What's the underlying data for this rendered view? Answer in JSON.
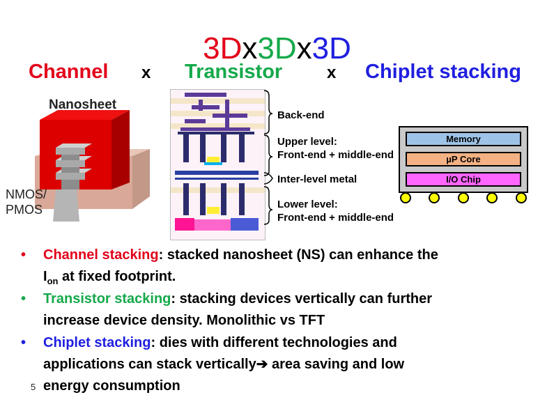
{
  "title": {
    "parts": [
      {
        "text": "3D",
        "color": "#e2001a"
      },
      {
        "text": "x",
        "color": "#000000"
      },
      {
        "text": "3D",
        "color": "#15a94a"
      },
      {
        "text": "x",
        "color": "#000000"
      },
      {
        "text": "3D",
        "color": "#1f1fe0"
      }
    ]
  },
  "headers": {
    "channel": "Channel",
    "x1": "x",
    "transistor": "Transistor",
    "x2": "x",
    "chiplet": "Chiplet stacking"
  },
  "nanosheet_figure": {
    "top_label": "Nanosheet",
    "side_label_1": "NMOS/",
    "side_label_2": "PMOS"
  },
  "transistor_figure": {
    "labels": {
      "back_end": "Back-end",
      "upper_1": "Upper level:",
      "upper_2": "Front-end + middle-end",
      "inter": "Inter-level metal",
      "lower_1": "Lower level:",
      "lower_2": "Front-end + middle-end"
    }
  },
  "chiplet_figure": {
    "memory": "Memory",
    "core": "µP Core",
    "io": "I/O Chip",
    "colors": {
      "memory": "#9dc3e6",
      "core": "#f4b183",
      "io": "#ff66ff",
      "package": "#c9c9c9",
      "bump": "#ffff00"
    }
  },
  "bullets": [
    {
      "highlight": "Channel stacking",
      "color": "#e2001a",
      "rest_1": ": stacked nanosheet (NS) can enhance the",
      "line2_pre": "I",
      "line2_sub": "on",
      "line2_post": " at fixed footprint."
    },
    {
      "highlight": "Transistor stacking",
      "color": "#15a94a",
      "rest_1": ": stacking devices vertically can further",
      "line2": "increase  device density.  Monolithic vs TFT"
    },
    {
      "highlight": "Chiplet stacking",
      "color": "#1f1fe0",
      "rest_1": ": dies with different technologies and",
      "line2": "applications can stack vertically➔ area saving and low",
      "line3": "energy consumption"
    }
  ],
  "page_number": "5"
}
